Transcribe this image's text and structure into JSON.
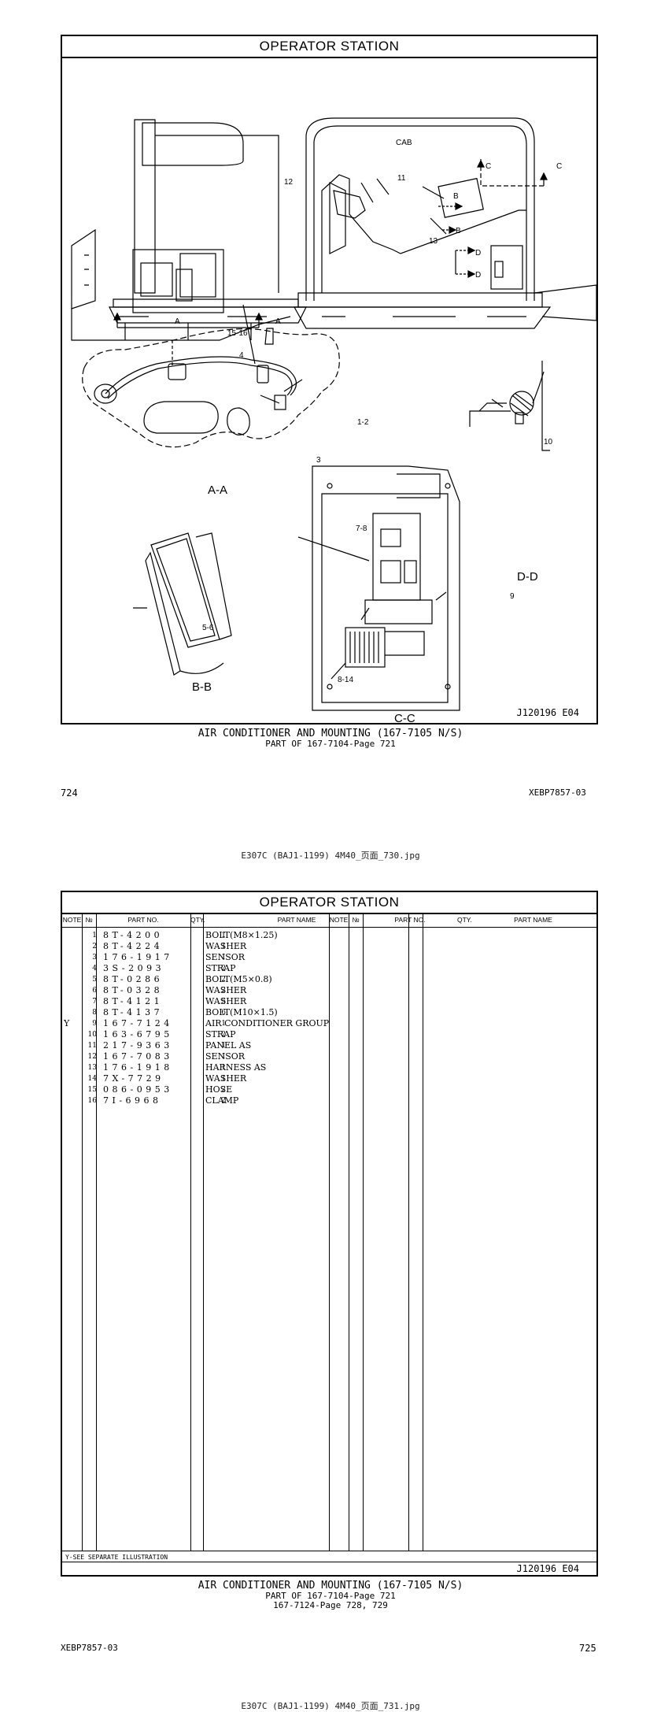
{
  "page1": {
    "title": "OPERATOR STATION",
    "illustration": {
      "cab_label": "CAB",
      "callouts": [
        "12",
        "11",
        "13",
        "15-16",
        "4",
        "1-2",
        "3",
        "10",
        "7-8",
        "9",
        "5-6",
        "8-14"
      ],
      "section_markers": [
        "A",
        "A",
        "B",
        "B",
        "C",
        "C",
        "D",
        "D"
      ],
      "views": [
        "A-A",
        "B-B",
        "C-C",
        "D-D"
      ]
    },
    "ref_code": "J120196  E04",
    "caption_title": "AIR CONDITIONER AND MOUNTING (167-7105 N/S)",
    "caption_sub": "PART OF 167-7104-Page 721",
    "page_number": "724",
    "doc_code": "XEBP7857-03",
    "filename": "E307C (BAJ1-1199) 4M40_页面_730.jpg"
  },
  "page2": {
    "title": "OPERATOR STATION",
    "headers": {
      "note": "NOTE",
      "no": "№",
      "part_no": "PART NO.",
      "qty": "QTY.",
      "part_name": "PART NAME"
    },
    "parts": [
      {
        "note": "",
        "no": "1",
        "part_no": "8T-4200",
        "qty": "1",
        "name": "BOLT(M8×1.25)"
      },
      {
        "note": "",
        "no": "2",
        "part_no": "8T-4224",
        "qty": "1",
        "name": "WASHER"
      },
      {
        "note": "",
        "no": "3",
        "part_no": "176-1917",
        "qty": "1",
        "name": "SENSOR"
      },
      {
        "note": "",
        "no": "4",
        "part_no": "3S-2093",
        "qty": "2",
        "name": "STRAP"
      },
      {
        "note": "",
        "no": "5",
        "part_no": "8T-0286",
        "qty": "2",
        "name": "BOLT(M5×0.8)"
      },
      {
        "note": "",
        "no": "6",
        "part_no": "8T-0328",
        "qty": "2",
        "name": "WASHER"
      },
      {
        "note": "",
        "no": "7",
        "part_no": "8T-4121",
        "qty": "5",
        "name": "WASHER"
      },
      {
        "note": "",
        "no": "8",
        "part_no": "8T-4137",
        "qty": "6",
        "name": "BOLT(M10×1.5)"
      },
      {
        "note": "Y",
        "no": "9",
        "part_no": "167-7124",
        "qty": "1",
        "name": "AIR CONDITIONER GROUP"
      },
      {
        "note": "",
        "no": "10",
        "part_no": "163-6795",
        "qty": "2",
        "name": "STRAP"
      },
      {
        "note": "",
        "no": "11",
        "part_no": "217-9363",
        "qty": "1",
        "name": "PANEL AS"
      },
      {
        "note": "",
        "no": "12",
        "part_no": "167-7083",
        "qty": "1",
        "name": "SENSOR"
      },
      {
        "note": "",
        "no": "13",
        "part_no": "176-1918",
        "qty": "1",
        "name": "HARNESS AS"
      },
      {
        "note": "",
        "no": "14",
        "part_no": "7X-7729",
        "qty": "1",
        "name": "WASHER"
      },
      {
        "note": "",
        "no": "15",
        "part_no": "086-0953",
        "qty": "2",
        "name": "HOSE"
      },
      {
        "note": "",
        "no": "16",
        "part_no": "7I-6968",
        "qty": "2",
        "name": "CLAMP"
      }
    ],
    "footnote": "Y-SEE SEPARATE ILLUSTRATION",
    "ref_code": "J120196  E04",
    "caption_title": "AIR CONDITIONER AND MOUNTING (167-7105 N/S)",
    "caption_sub1": "PART OF 167-7104-Page 721",
    "caption_sub2": "167-7124-Page 728, 729",
    "doc_code": "XEBP7857-03",
    "page_number": "725",
    "filename": "E307C (BAJ1-1199) 4M40_页面_731.jpg"
  }
}
